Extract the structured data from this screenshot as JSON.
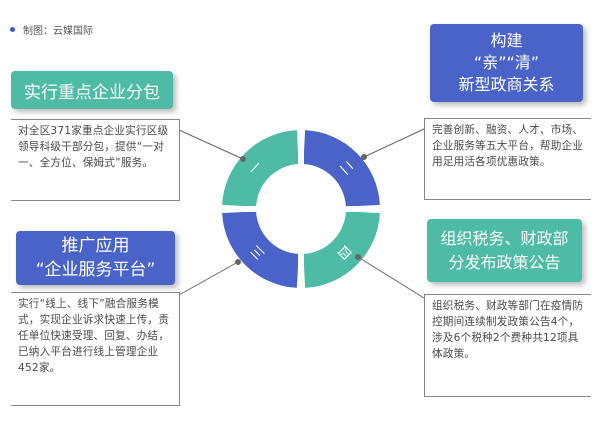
{
  "credit": "制图：云媒国际",
  "top_left": {
    "title": "实行重点企业分包",
    "body": "对全区371家重点企业实行区级领导科级干部分包，提供“一对一、全方位、保姆式”服务。"
  },
  "bottom_left": {
    "title_lines": [
      "推广应用",
      "“企业服务平台”"
    ],
    "body": "实行“线上、线下”融合服务模式，实现企业诉求快速上传，责任单位快速受理、回复、办结，已纳入平台进行线上管理企业452家。"
  },
  "top_right": {
    "title_lines": [
      "构建",
      "“亲”“清”",
      "新型政商关系"
    ],
    "body": "完善创新、融资、人才、市场、企业服务等五大平台，帮助企业用足用活各项优惠政策。"
  },
  "bottom_right": {
    "title_lines": [
      "组织税务、财政部",
      "分发布政策公告"
    ],
    "body": "组织税务、财政等部门在疫情防控期间连续制发政策公告4个，涉及6个税种2个费种共12项具体政策。"
  },
  "ring": {
    "labels": [
      "一",
      "二",
      "三",
      "四"
    ],
    "colors": {
      "teal": "#4dbba6",
      "blue": "#4a63c8"
    }
  }
}
